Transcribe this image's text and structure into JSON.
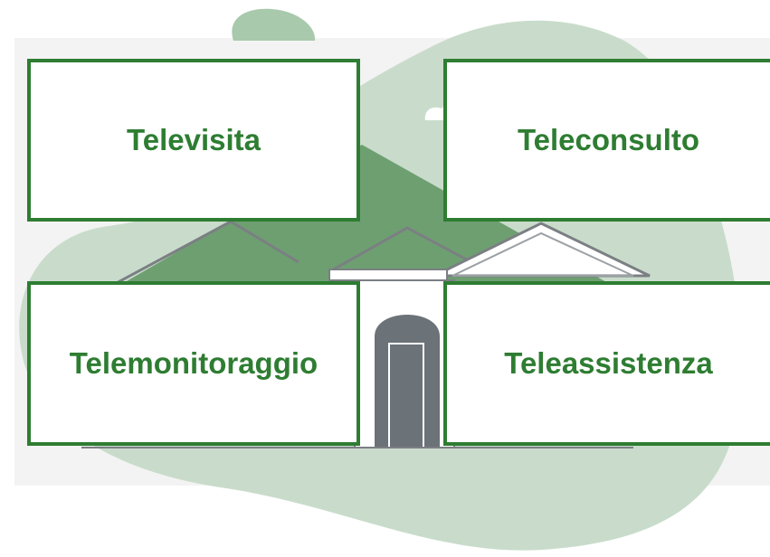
{
  "services": [
    {
      "label": "Televisita"
    },
    {
      "label": "Teleconsulto"
    },
    {
      "label": "Telemonitoraggio"
    },
    {
      "label": "Teleassistenza"
    }
  ],
  "colors": {
    "accent": "#2e7d32",
    "blob": "#c9dccb",
    "background_band": "#f3f3f3",
    "roof": "#6e9f71",
    "door": "#6b7278"
  }
}
